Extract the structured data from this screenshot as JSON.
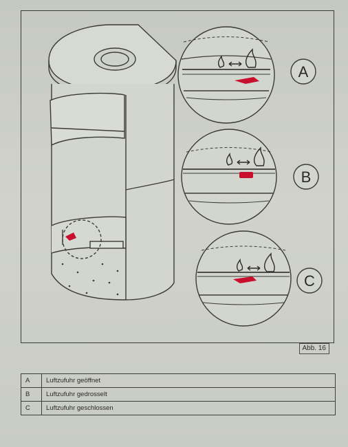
{
  "figure": {
    "caption": "Abb. 16",
    "detail_markers": [
      "A",
      "B",
      "C"
    ]
  },
  "legend": {
    "rows": [
      {
        "key": "A",
        "text": "Luftzufuhr geöffnet"
      },
      {
        "key": "B",
        "text": "Luftzufuhr gedrosselt"
      },
      {
        "key": "C",
        "text": "Luftzufuhr geschlossen"
      }
    ]
  },
  "colors": {
    "lever": "#c8102e",
    "line": "#3a3a38",
    "paper": "#cdcfc9"
  },
  "icons": [
    "small-flame-icon",
    "double-arrow-icon",
    "large-flame-icon"
  ]
}
